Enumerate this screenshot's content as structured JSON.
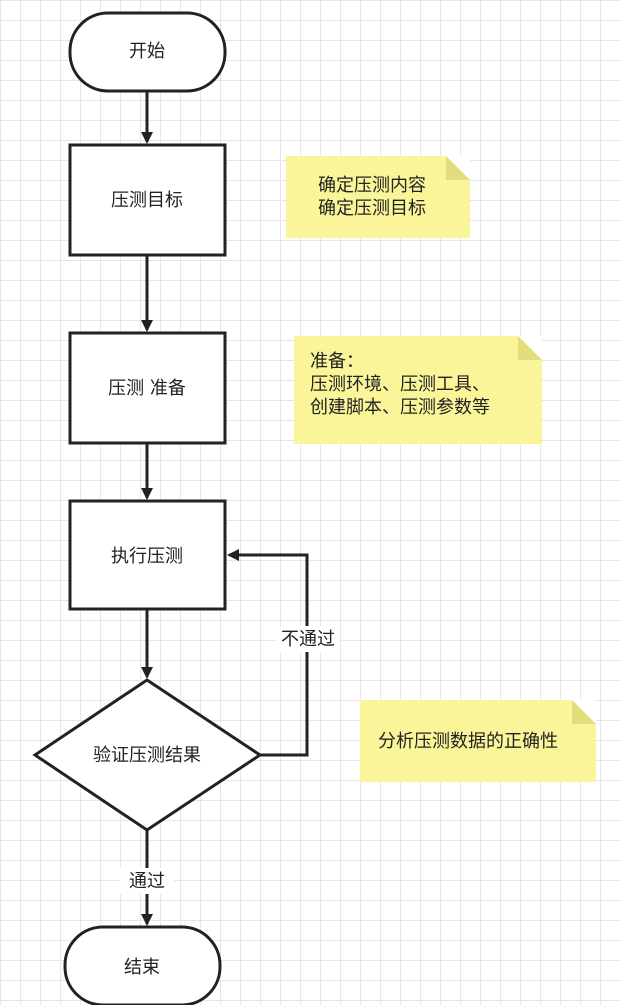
{
  "nodes": {
    "start": "开始",
    "goal": "压测目标",
    "prepare": "压测 准备",
    "execute": "执行压测",
    "verify": "验证压测结果",
    "end": "结束"
  },
  "edges": {
    "fail_label": "不通过",
    "pass_label": "通过"
  },
  "notes": {
    "goal_lines": [
      "确定压测内容",
      "确定压测目标"
    ],
    "prepare_lines": [
      "准备：",
      "压测环境、压测工具、",
      "创建脚本、压测参数等"
    ],
    "verify_lines": [
      "分析压测数据的正确性"
    ]
  },
  "colors": {
    "stroke": "#222222",
    "note_fill": "#fbf59a",
    "grid": "#e6e6e6"
  }
}
